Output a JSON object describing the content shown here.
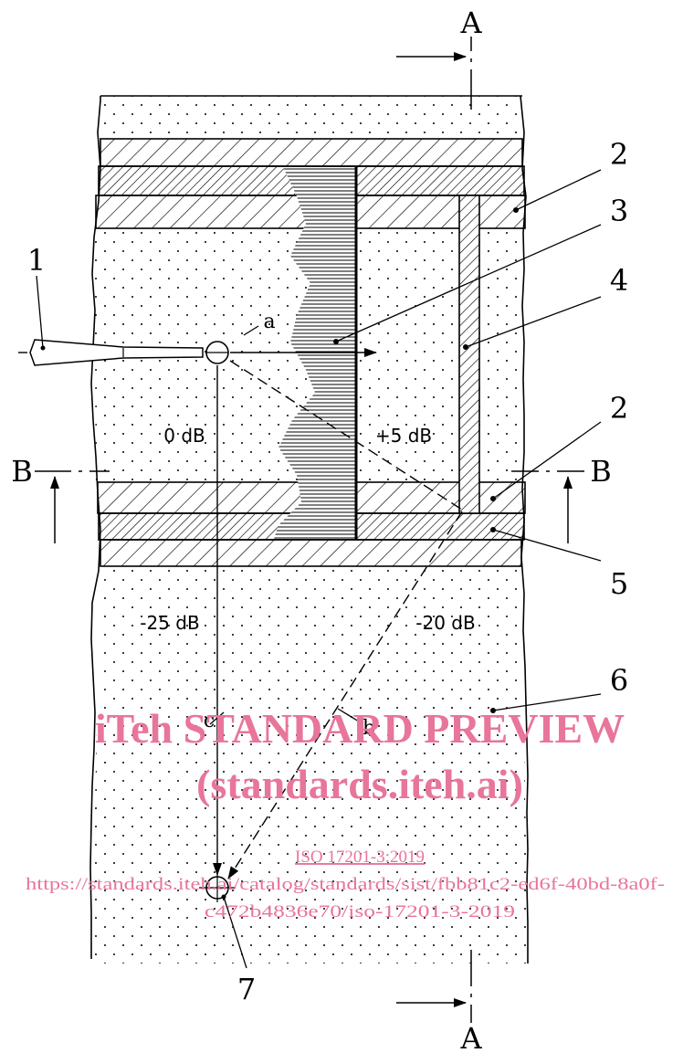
{
  "section_markers": {
    "a_top": "A",
    "a_bottom": "A",
    "b_left": "B",
    "b_right": "B"
  },
  "callouts": [
    "1",
    "2",
    "3",
    "4",
    "2",
    "5",
    "6",
    "7"
  ],
  "path_letters": {
    "a": "a",
    "b": "b",
    "c": "c"
  },
  "levels": {
    "source_room": "0 dB",
    "adjacent_room": "+5 dB",
    "lower_left": "-25 dB",
    "lower_right": "-20 dB"
  },
  "watermark": {
    "line1": "iTeh STANDARD PREVIEW",
    "line2": "(standards.iteh.ai)",
    "line3": "ISO 17201-3:2019",
    "line4": "https://standards.iteh.ai/catalog/standards/sist/fbb81c2-ed6f-40bd-8a0f-",
    "line5": "c472b4836e70/iso-17201-3-2019"
  },
  "colors": {
    "ink": "#000000",
    "watermark": "#e8759a"
  }
}
